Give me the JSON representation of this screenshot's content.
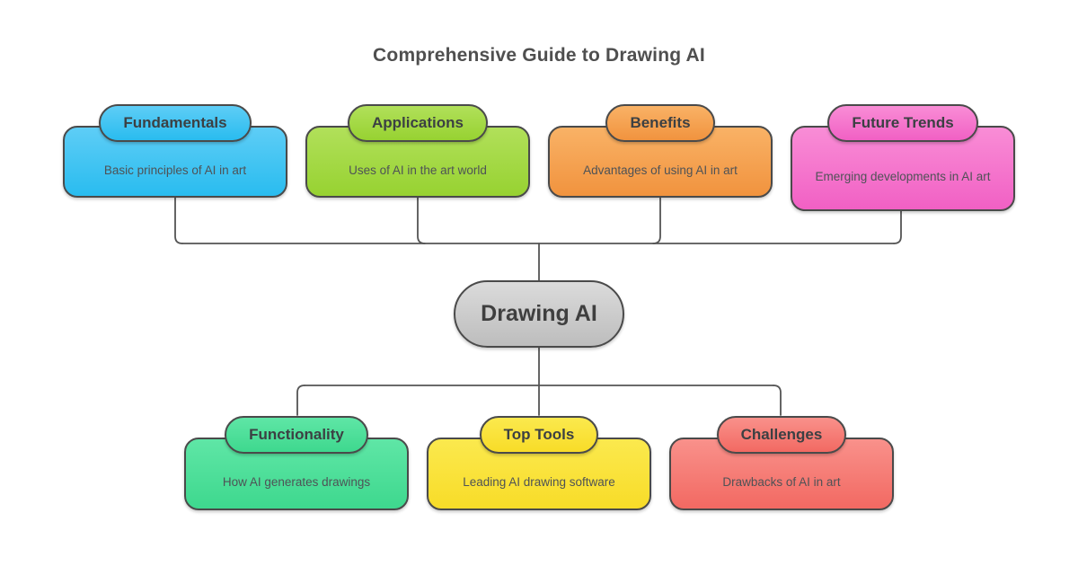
{
  "title": "Comprehensive Guide to Drawing AI",
  "center_node": {
    "label": "Drawing AI",
    "color_top": "#DBDBDB",
    "color_bottom": "#BDBDBD"
  },
  "top_nodes": [
    {
      "label": "Fundamentals",
      "description": "Basic principles of AI in art",
      "color_top": "#5ECDF6",
      "color_bottom": "#29BCEF"
    },
    {
      "label": "Applications",
      "description": "Uses of AI in the art world",
      "color_top": "#B1E05A",
      "color_bottom": "#97D231"
    },
    {
      "label": "Benefits",
      "description": "Advantages of using AI in art",
      "color_top": "#F9B266",
      "color_bottom": "#F1933E"
    },
    {
      "label": "Future Trends",
      "description": "Emerging developments in AI art",
      "color_top": "#F98DD6",
      "color_bottom": "#F160C4"
    }
  ],
  "bottom_nodes": [
    {
      "label": "Functionality",
      "description": "How AI generates drawings",
      "color_top": "#5FE6A6",
      "color_bottom": "#3ED88E"
    },
    {
      "label": "Top Tools",
      "description": "Leading AI drawing software",
      "color_top": "#FBE94E",
      "color_bottom": "#F8DC28"
    },
    {
      "label": "Challenges",
      "description": "Drawbacks of AI in art",
      "color_top": "#F9918B",
      "color_bottom": "#F26962"
    }
  ],
  "connector_color": "#545454",
  "border_color": "#4A4A4A"
}
